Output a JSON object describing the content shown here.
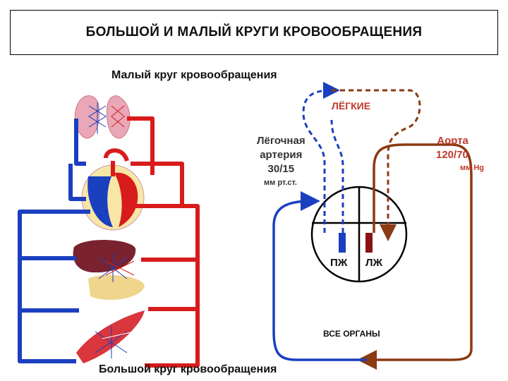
{
  "title": "БОЛЬШОЙ И МАЛЫЙ КРУГИ КРОВООБРАЩЕНИЯ",
  "labels": {
    "small_circle": "Малый круг кровообращения",
    "big_circle": "Большой круг кровообращения",
    "lungs": "ЛЁГКИЕ",
    "pulmonary_artery_line1": "Лёгочная",
    "pulmonary_artery_line2": "артерия",
    "pulmonary_artery_pressure": "30/15",
    "pulmonary_artery_unit": "мм рт.ст.",
    "aorta": "Аорта",
    "aorta_pressure": "120/70",
    "aorta_unit": "мм Hg",
    "right_ventricle": "ПЖ",
    "left_ventricle": "ЛЖ",
    "all_organs": "ВСЕ  ОРГАНЫ"
  },
  "colors": {
    "venous": "#1a3fbf",
    "arterial": "#d81b1b",
    "aorta_path": "#8b3a12",
    "lung_pink": "#e9a7b8",
    "liver": "#7a2230",
    "pancreas": "#f0d58c",
    "muscle": "#d9363e"
  }
}
